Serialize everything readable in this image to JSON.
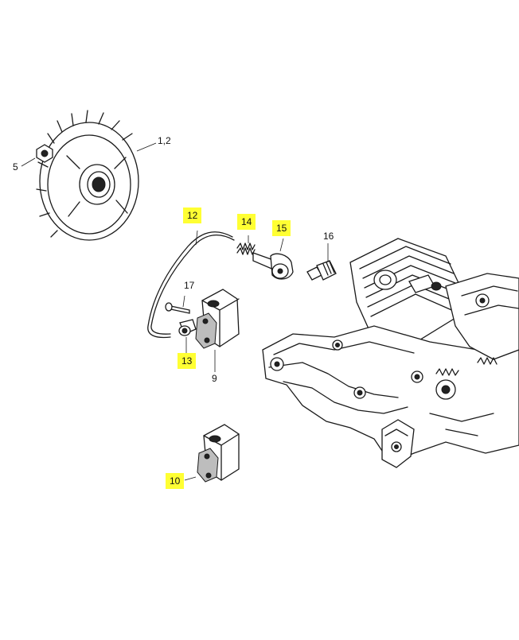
{
  "callouts": {
    "c1_2": "1,2",
    "c5": "5",
    "c9": "9",
    "c10": "10",
    "c12": "12",
    "c13": "13",
    "c14": "14",
    "c15": "15",
    "c16": "16",
    "c17": "17"
  },
  "colors": {
    "highlight": "#ffff33",
    "line": "#1a1a1a",
    "background": "#ffffff"
  }
}
